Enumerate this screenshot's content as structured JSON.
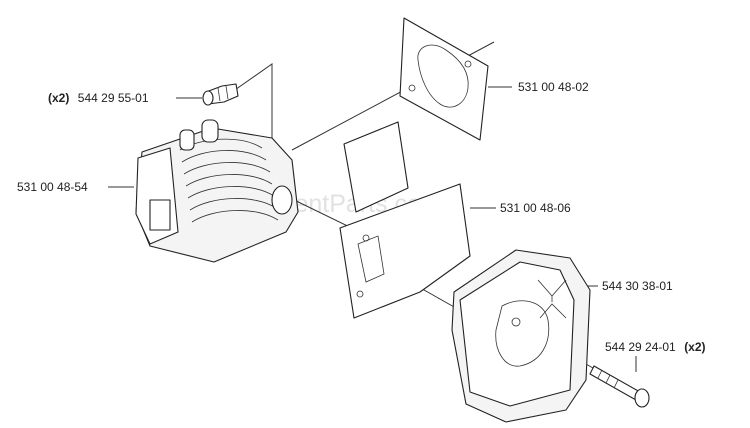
{
  "watermark": "eReplacementParts.com",
  "callouts": [
    {
      "id": "screw-top",
      "qty": "(x2)",
      "part": "544 29 55-01"
    },
    {
      "id": "cylinder",
      "qty": "",
      "part": "531 00 48-54"
    },
    {
      "id": "gasket-top",
      "qty": "",
      "part": "531 00 48-02"
    },
    {
      "id": "gasket-mid",
      "qty": "",
      "part": "531 00 48-06"
    },
    {
      "id": "muffler",
      "qty": "",
      "part": "544 30 38-01"
    },
    {
      "id": "screw-bottom",
      "qty": "(x2)",
      "part": "544 29 24-01"
    }
  ]
}
